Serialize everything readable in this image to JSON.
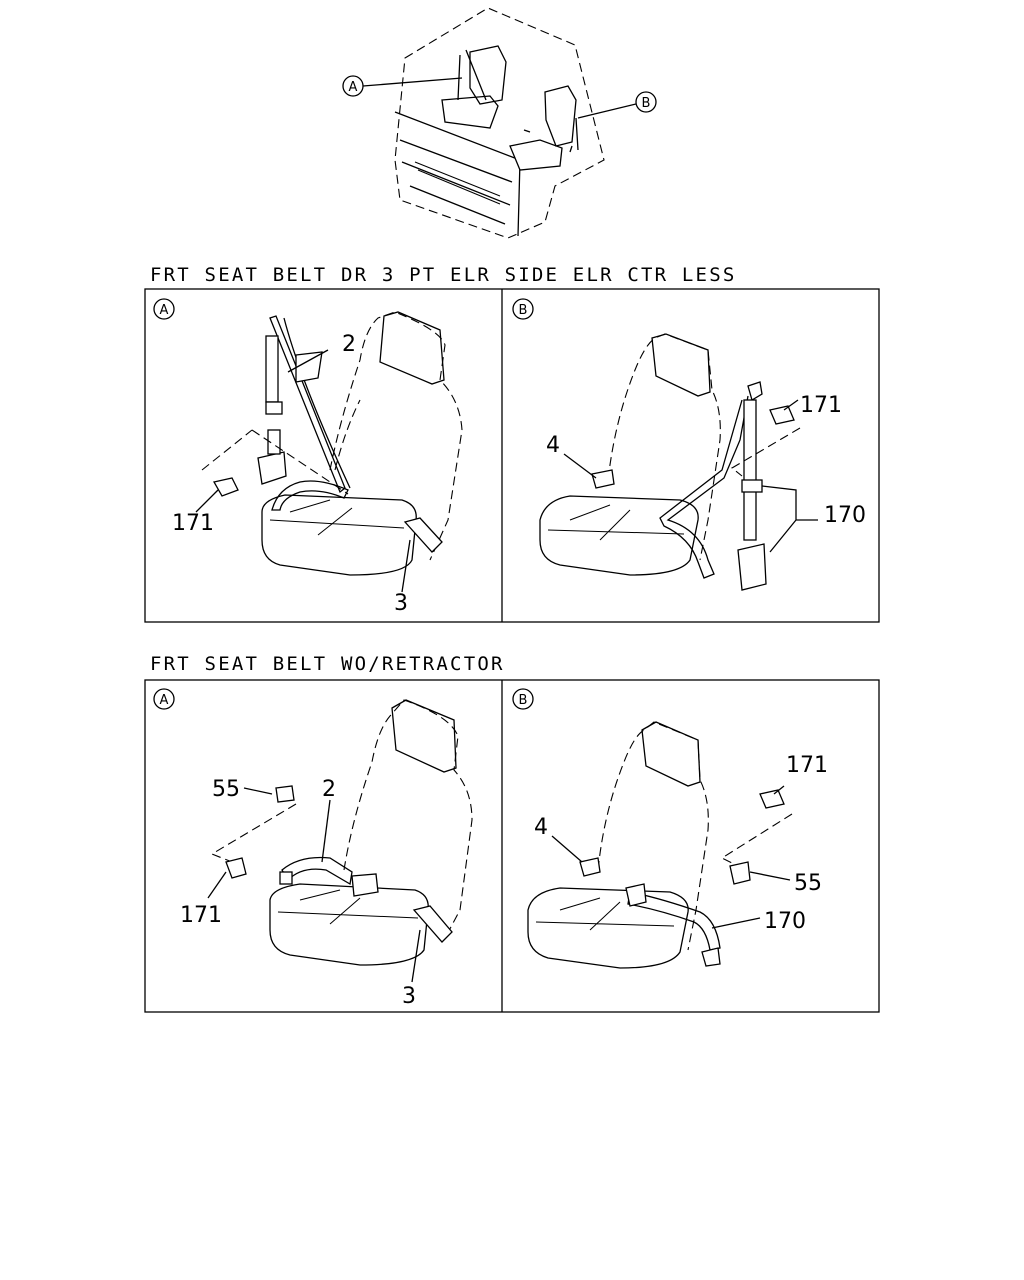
{
  "overview": {
    "callout_a": "A",
    "callout_b": "B"
  },
  "sections": [
    {
      "title": "FRT SEAT BELT DR 3 PT ELR SIDE ELR CTR LESS",
      "panels": [
        {
          "tag": "A",
          "parts": [
            "2",
            "171",
            "3"
          ]
        },
        {
          "tag": "B",
          "parts": [
            "171",
            "4",
            "170"
          ]
        }
      ]
    },
    {
      "title": "FRT SEAT BELT WO/RETRACTOR",
      "panels": [
        {
          "tag": "A",
          "parts": [
            "55",
            "2",
            "171",
            "3"
          ]
        },
        {
          "tag": "B",
          "parts": [
            "171",
            "4",
            "55",
            "170"
          ]
        }
      ]
    }
  ]
}
